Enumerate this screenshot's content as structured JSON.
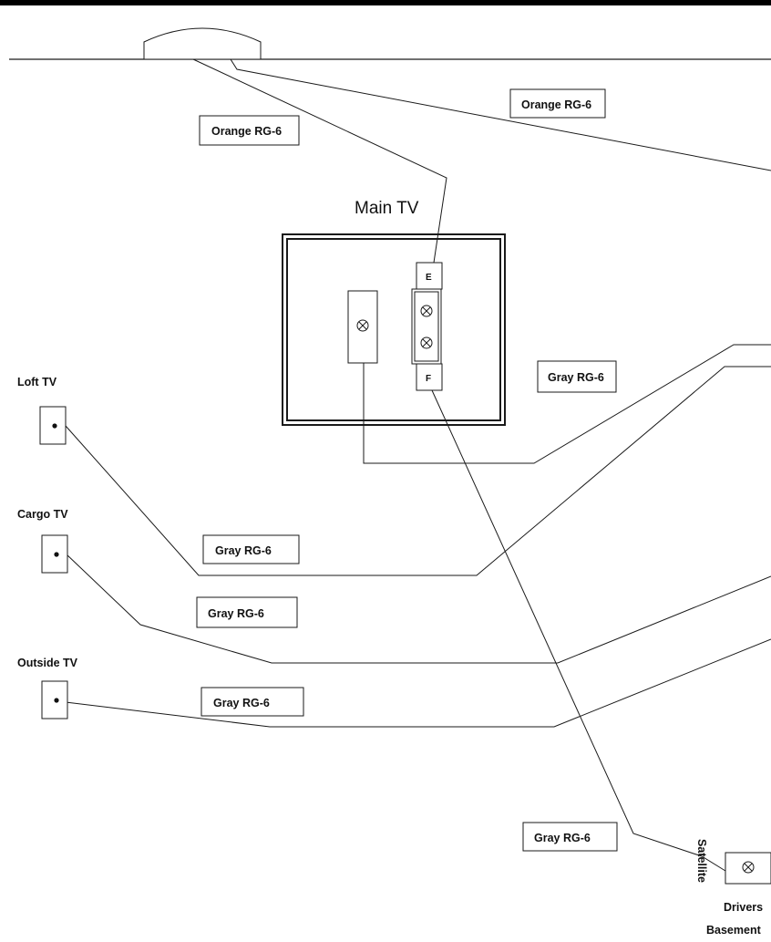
{
  "main_tv": {
    "title": "Main TV",
    "port_e": "E",
    "port_f": "F"
  },
  "tv_labels": {
    "loft": "Loft TV",
    "cargo": "Cargo TV",
    "outside": "Outside TV"
  },
  "cable_labels": {
    "orange_left": "Orange RG-6",
    "orange_right": "Orange RG-6",
    "gray_main": "Gray RG-6",
    "gray_loft": "Gray RG-6",
    "gray_cargo": "Gray RG-6",
    "gray_outside": "Gray RG-6",
    "gray_satellite": "Gray RG-6"
  },
  "basement": {
    "satellite_label": "Satellite",
    "drivers_label": "Drivers",
    "basement_label": "Basement"
  },
  "icons": {
    "connector": "crossed-circle-icon",
    "jack": "dot-icon"
  }
}
